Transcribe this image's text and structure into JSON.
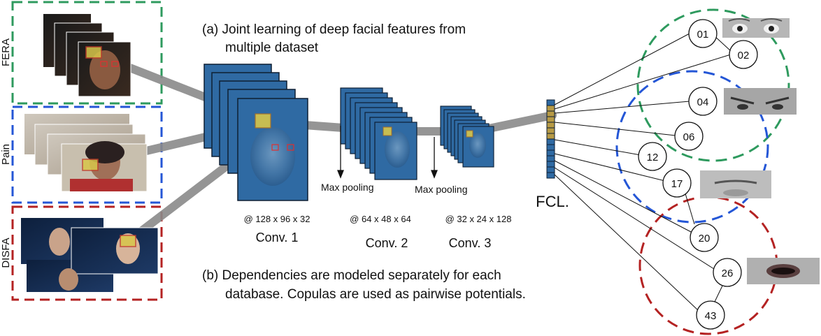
{
  "datasets": [
    {
      "label": "FERA",
      "color": "#2e9a5e"
    },
    {
      "label": "Pain",
      "color": "#2456d6"
    },
    {
      "label": "DISFA",
      "color": "#b42222"
    }
  ],
  "captions": {
    "a_line1": "(a) Joint learning of deep facial features from",
    "a_line2": "multiple dataset",
    "b_line1": "(b) Dependencies are modeled separately for each",
    "b_line2": "database. Copulas are used as pairwise potentials."
  },
  "layers": {
    "conv1": {
      "dims": "@ 128 x 96 x 32",
      "name": "Conv. 1"
    },
    "conv2": {
      "dims": "@ 64 x 48 x 64",
      "name": "Conv. 2"
    },
    "conv3": {
      "dims": "@ 32 x 24 x 128",
      "name": "Conv. 3"
    },
    "pool1": "Max pooling",
    "pool2": "Max pooling",
    "fcl": "FCL."
  },
  "action_units": [
    "01",
    "02",
    "04",
    "06",
    "12",
    "17",
    "20",
    "26",
    "43"
  ],
  "colors": {
    "blue_layer": "#2f6aa3",
    "blue_dark": "#1b3f68",
    "fcl_gold": "#b79a45",
    "highlight_yellow": "#d8c64a",
    "connector_gray": "#8a8a8a"
  }
}
